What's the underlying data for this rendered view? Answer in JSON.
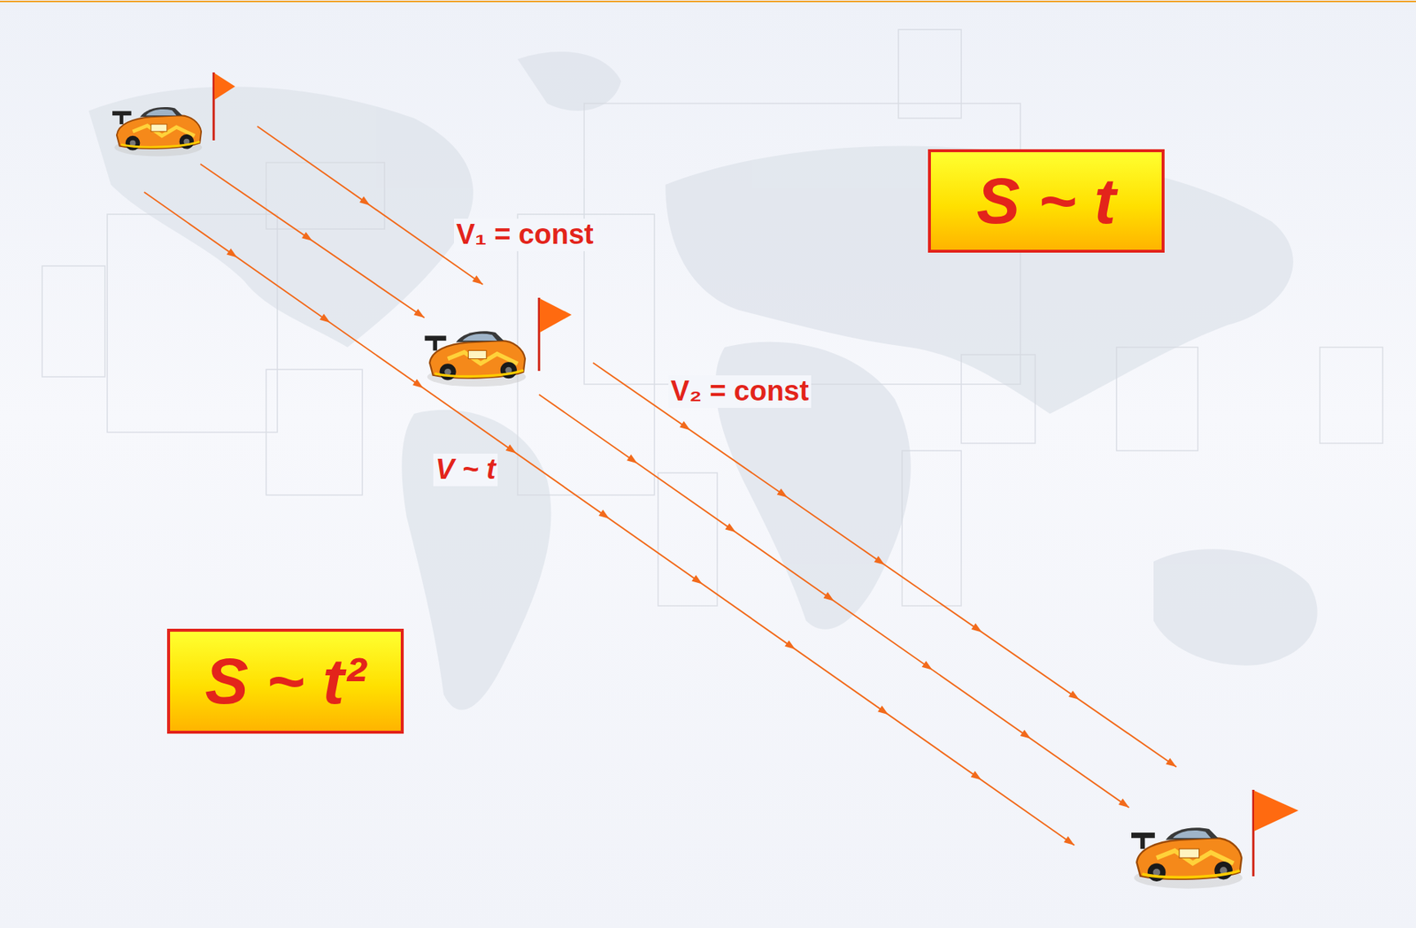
{
  "diagram": {
    "nodes": [
      {
        "text": [
          "S ~ t"
        ]
      },
      {
        "text": [
          "S ~ t²"
        ]
      }
    ],
    "labels": [
      "V₁ = const",
      "V₂ = const",
      "V ~ t"
    ]
  }
}
